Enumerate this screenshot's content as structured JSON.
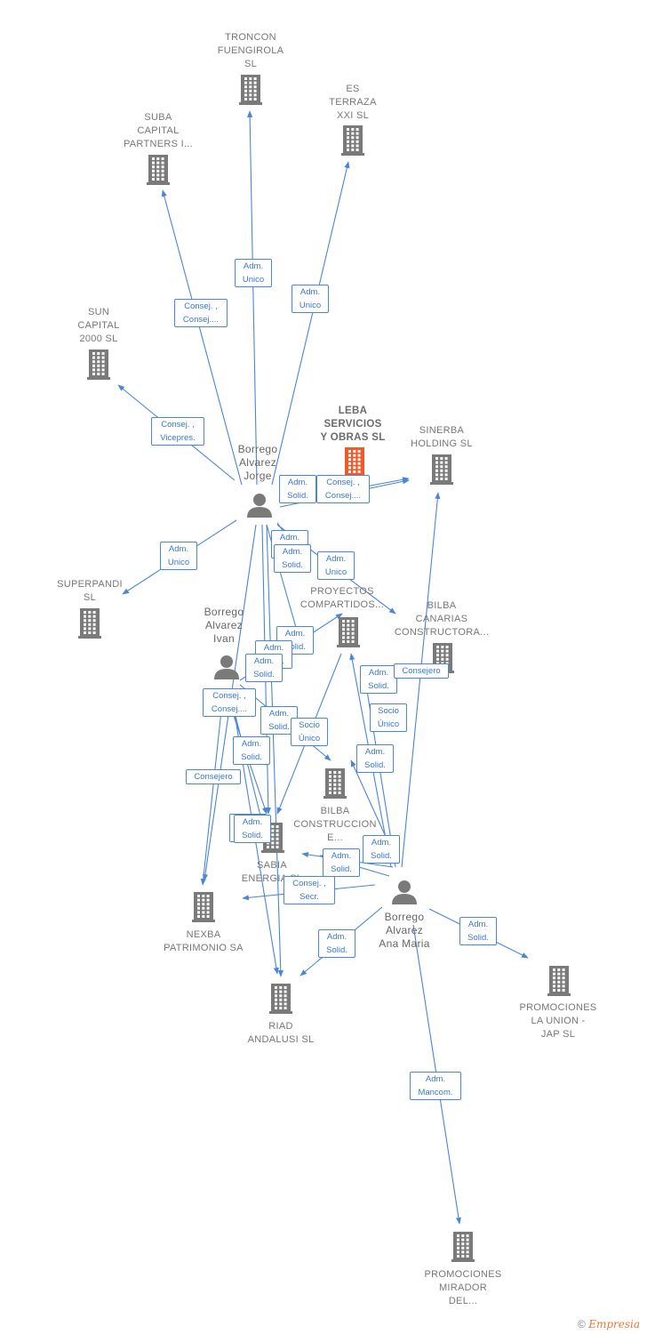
{
  "colors": {
    "edge": "#4a86d6",
    "node": "#7a7a7a",
    "main": "#f05a28"
  },
  "nodes": [
    {
      "id": "troncon",
      "type": "company",
      "label": "TRONCON FUENGIROLA SL",
      "lines": [
        "TRONCON",
        "FUENGIROLA",
        "SL"
      ]
    },
    {
      "id": "esterraza",
      "type": "company",
      "label": "ES TERRAZA XXI SL",
      "lines": [
        "ES",
        "TERRAZA",
        "XXI SL"
      ]
    },
    {
      "id": "suba",
      "type": "company",
      "label": "SUBA CAPITAL PARTNERS I...",
      "lines": [
        "SUBA",
        "CAPITAL",
        "PARTNERS I..."
      ]
    },
    {
      "id": "sun",
      "type": "company",
      "label": "SUN CAPITAL 2000 SL",
      "lines": [
        "SUN",
        "CAPITAL",
        "2000  SL"
      ]
    },
    {
      "id": "leba",
      "type": "company",
      "main": true,
      "label": "LEBA SERVICIOS Y OBRAS SL",
      "lines": [
        "LEBA",
        "SERVICIOS",
        "Y OBRAS  SL"
      ]
    },
    {
      "id": "sinerba",
      "type": "company",
      "label": "SINERBA HOLDING SL",
      "lines": [
        "SINERBA",
        "HOLDING  SL"
      ]
    },
    {
      "id": "superpandi",
      "type": "company",
      "label": "SUPERPANDI SL",
      "lines": [
        "SUPERPANDI",
        "SL"
      ]
    },
    {
      "id": "proyectos",
      "type": "company",
      "label": "PROYECTOS COMPARTIDOS...",
      "lines": [
        "PROYECTOS",
        "COMPARTIDOS..."
      ]
    },
    {
      "id": "bilbacan",
      "type": "company",
      "label": "BILBA CANARIAS CONSTRUCTORA...",
      "lines": [
        "BILBA",
        "CANARIAS",
        "CONSTRUCTORA..."
      ]
    },
    {
      "id": "bilbacons",
      "type": "company",
      "label": "BILBA CONSTRUCCION E...",
      "lines": [
        "BILBA",
        "CONSTRUCCION",
        "E..."
      ]
    },
    {
      "id": "sabia",
      "type": "company",
      "label": "SABIA ENERGIA SL",
      "lines": [
        "SABIA",
        "ENERGIA SL"
      ]
    },
    {
      "id": "nexba",
      "type": "company",
      "label": "NEXBA PATRIMONIO SA",
      "lines": [
        "NEXBA",
        "PATRIMONIO SA"
      ]
    },
    {
      "id": "riad",
      "type": "company",
      "label": "RIAD ANDALUSI SL",
      "lines": [
        "RIAD",
        "ANDALUSI  SL"
      ]
    },
    {
      "id": "promunion",
      "type": "company",
      "label": "PROMOCIONES LA UNION - JAP SL",
      "lines": [
        "PROMOCIONES",
        "LA UNION -",
        "JAP  SL"
      ]
    },
    {
      "id": "prommirador",
      "type": "company",
      "label": "PROMOCIONES MIRADOR DEL...",
      "lines": [
        "PROMOCIONES",
        "MIRADOR",
        "DEL..."
      ]
    },
    {
      "id": "jorge",
      "type": "person",
      "label": "Borrego Alvarez Jorge",
      "lines": [
        "Borrego",
        "Alvarez",
        "Jorge"
      ]
    },
    {
      "id": "ivan",
      "type": "person",
      "label": "Borrego Alvarez Ivan",
      "lines": [
        "Borrego",
        "Alvarez",
        "Ivan"
      ]
    },
    {
      "id": "anamaria",
      "type": "person",
      "label": "Borrego Alvarez Ana Maria",
      "lines": [
        "Borrego",
        "Alvarez",
        "Ana Maria"
      ]
    }
  ],
  "edges": [
    {
      "from": "jorge",
      "to": "troncon",
      "label": "Adm. Unico",
      "lines": [
        "Adm.",
        "Unico"
      ]
    },
    {
      "from": "jorge",
      "to": "esterraza",
      "label": "Adm. Unico",
      "lines": [
        "Adm.",
        "Unico"
      ]
    },
    {
      "from": "jorge",
      "to": "suba",
      "label": "Consej. , Consej....",
      "lines": [
        "Consej. ,",
        "Consej...."
      ]
    },
    {
      "from": "jorge",
      "to": "sun",
      "label": "Consej. , Vicepres.",
      "lines": [
        "Consej. ,",
        "Vicepres."
      ]
    },
    {
      "from": "jorge",
      "to": "superpandi",
      "label": "Adm. Unico",
      "lines": [
        "Adm.",
        "Unico"
      ]
    },
    {
      "from": "jorge",
      "to": "sinerba",
      "label": "Adm. Solid.",
      "lines": [
        "Adm.",
        "Solid."
      ]
    },
    {
      "from": "jorge",
      "to": "sinerba",
      "label": "Consej. , Consej....",
      "lines": [
        "Consej. ,",
        "Consej...."
      ]
    },
    {
      "from": "jorge",
      "to": "proyectos",
      "label": "Adm. Solid.",
      "lines": [
        "Adm.",
        "Solid."
      ]
    },
    {
      "from": "jorge",
      "to": "bilbacan",
      "label": "Adm. Unico",
      "lines": [
        "Adm.",
        "Unico"
      ]
    },
    {
      "from": "jorge",
      "to": "bilbacons",
      "label": "Adm. Solid.",
      "lines": [
        "Adm.",
        "Solid."
      ]
    },
    {
      "from": "ivan",
      "to": "proyectos",
      "label": "Adm. Solid.",
      "lines": [
        "Adm.",
        "Solid."
      ]
    },
    {
      "from": "ivan",
      "to": "bilbacons",
      "label": "Adm. Solid.",
      "lines": [
        "Adm.",
        "Solid."
      ]
    },
    {
      "from": "ivan",
      "to": "sabia",
      "label": "Consej. , Consej....",
      "lines": [
        "Consej. ,",
        "Consej...."
      ]
    },
    {
      "from": "ivan",
      "to": "riad",
      "label": "Adm. Solid.",
      "lines": [
        "Adm.",
        "Solid."
      ]
    },
    {
      "from": "jorge",
      "to": "nexba",
      "label": "Consejero",
      "lines": [
        "Consejero"
      ]
    },
    {
      "from": "jorge",
      "to": "sabia",
      "label": "Adm. Solid.",
      "lines": [
        "Adm.",
        "Solid."
      ]
    },
    {
      "from": "proyectos",
      "to": "sabia",
      "label": "Socio Único",
      "lines": [
        "Socio",
        "Único"
      ]
    },
    {
      "from": "anamaria",
      "to": "proyectos",
      "label": "Adm. Solid.",
      "lines": [
        "Adm.",
        "Solid."
      ]
    },
    {
      "from": "anamaria",
      "to": "sinerba",
      "label": "Consejero",
      "lines": [
        "Consejero"
      ]
    },
    {
      "from": "anamaria",
      "to": "bilbacan",
      "label": "Socio Único",
      "lines": [
        "Socio",
        "Único"
      ]
    },
    {
      "from": "anamaria",
      "to": "bilbacons",
      "label": "Adm. Solid.",
      "lines": [
        "Adm.",
        "Solid."
      ]
    },
    {
      "from": "anamaria",
      "to": "sabia",
      "label": "Adm. Solid.",
      "lines": [
        "Adm.",
        "Solid."
      ]
    },
    {
      "from": "anamaria",
      "to": "sabia",
      "label": "Adm. Solid.",
      "lines": [
        "Adm.",
        "Solid."
      ]
    },
    {
      "from": "anamaria",
      "to": "nexba",
      "label": "Consej. , Secr.",
      "lines": [
        "Consej. ,",
        "Secr."
      ]
    },
    {
      "from": "anamaria",
      "to": "riad",
      "label": "Adm. Solid.",
      "lines": [
        "Adm.",
        "Solid."
      ]
    },
    {
      "from": "anamaria",
      "to": "promunion",
      "label": "Adm. Solid.",
      "lines": [
        "Adm.",
        "Solid."
      ]
    },
    {
      "from": "anamaria",
      "to": "prommirador",
      "label": "Adm. Mancom.",
      "lines": [
        "Adm.",
        "Mancom."
      ]
    },
    {
      "from": "jorge",
      "to": "riad",
      "label": "Adm. Solid.",
      "lines": [
        "Adm.",
        "Solid."
      ]
    },
    {
      "from": "ivan",
      "to": "nexba",
      "label": "Adm. Solid.",
      "lines": [
        "Adm.",
        "Solid."
      ]
    },
    {
      "from": "ivan",
      "to": "sabia",
      "label": "Adm. Solid.",
      "lines": [
        "Adm.",
        "Solid."
      ]
    }
  ],
  "footer": {
    "copyright": "©",
    "brand": "Empresia"
  }
}
